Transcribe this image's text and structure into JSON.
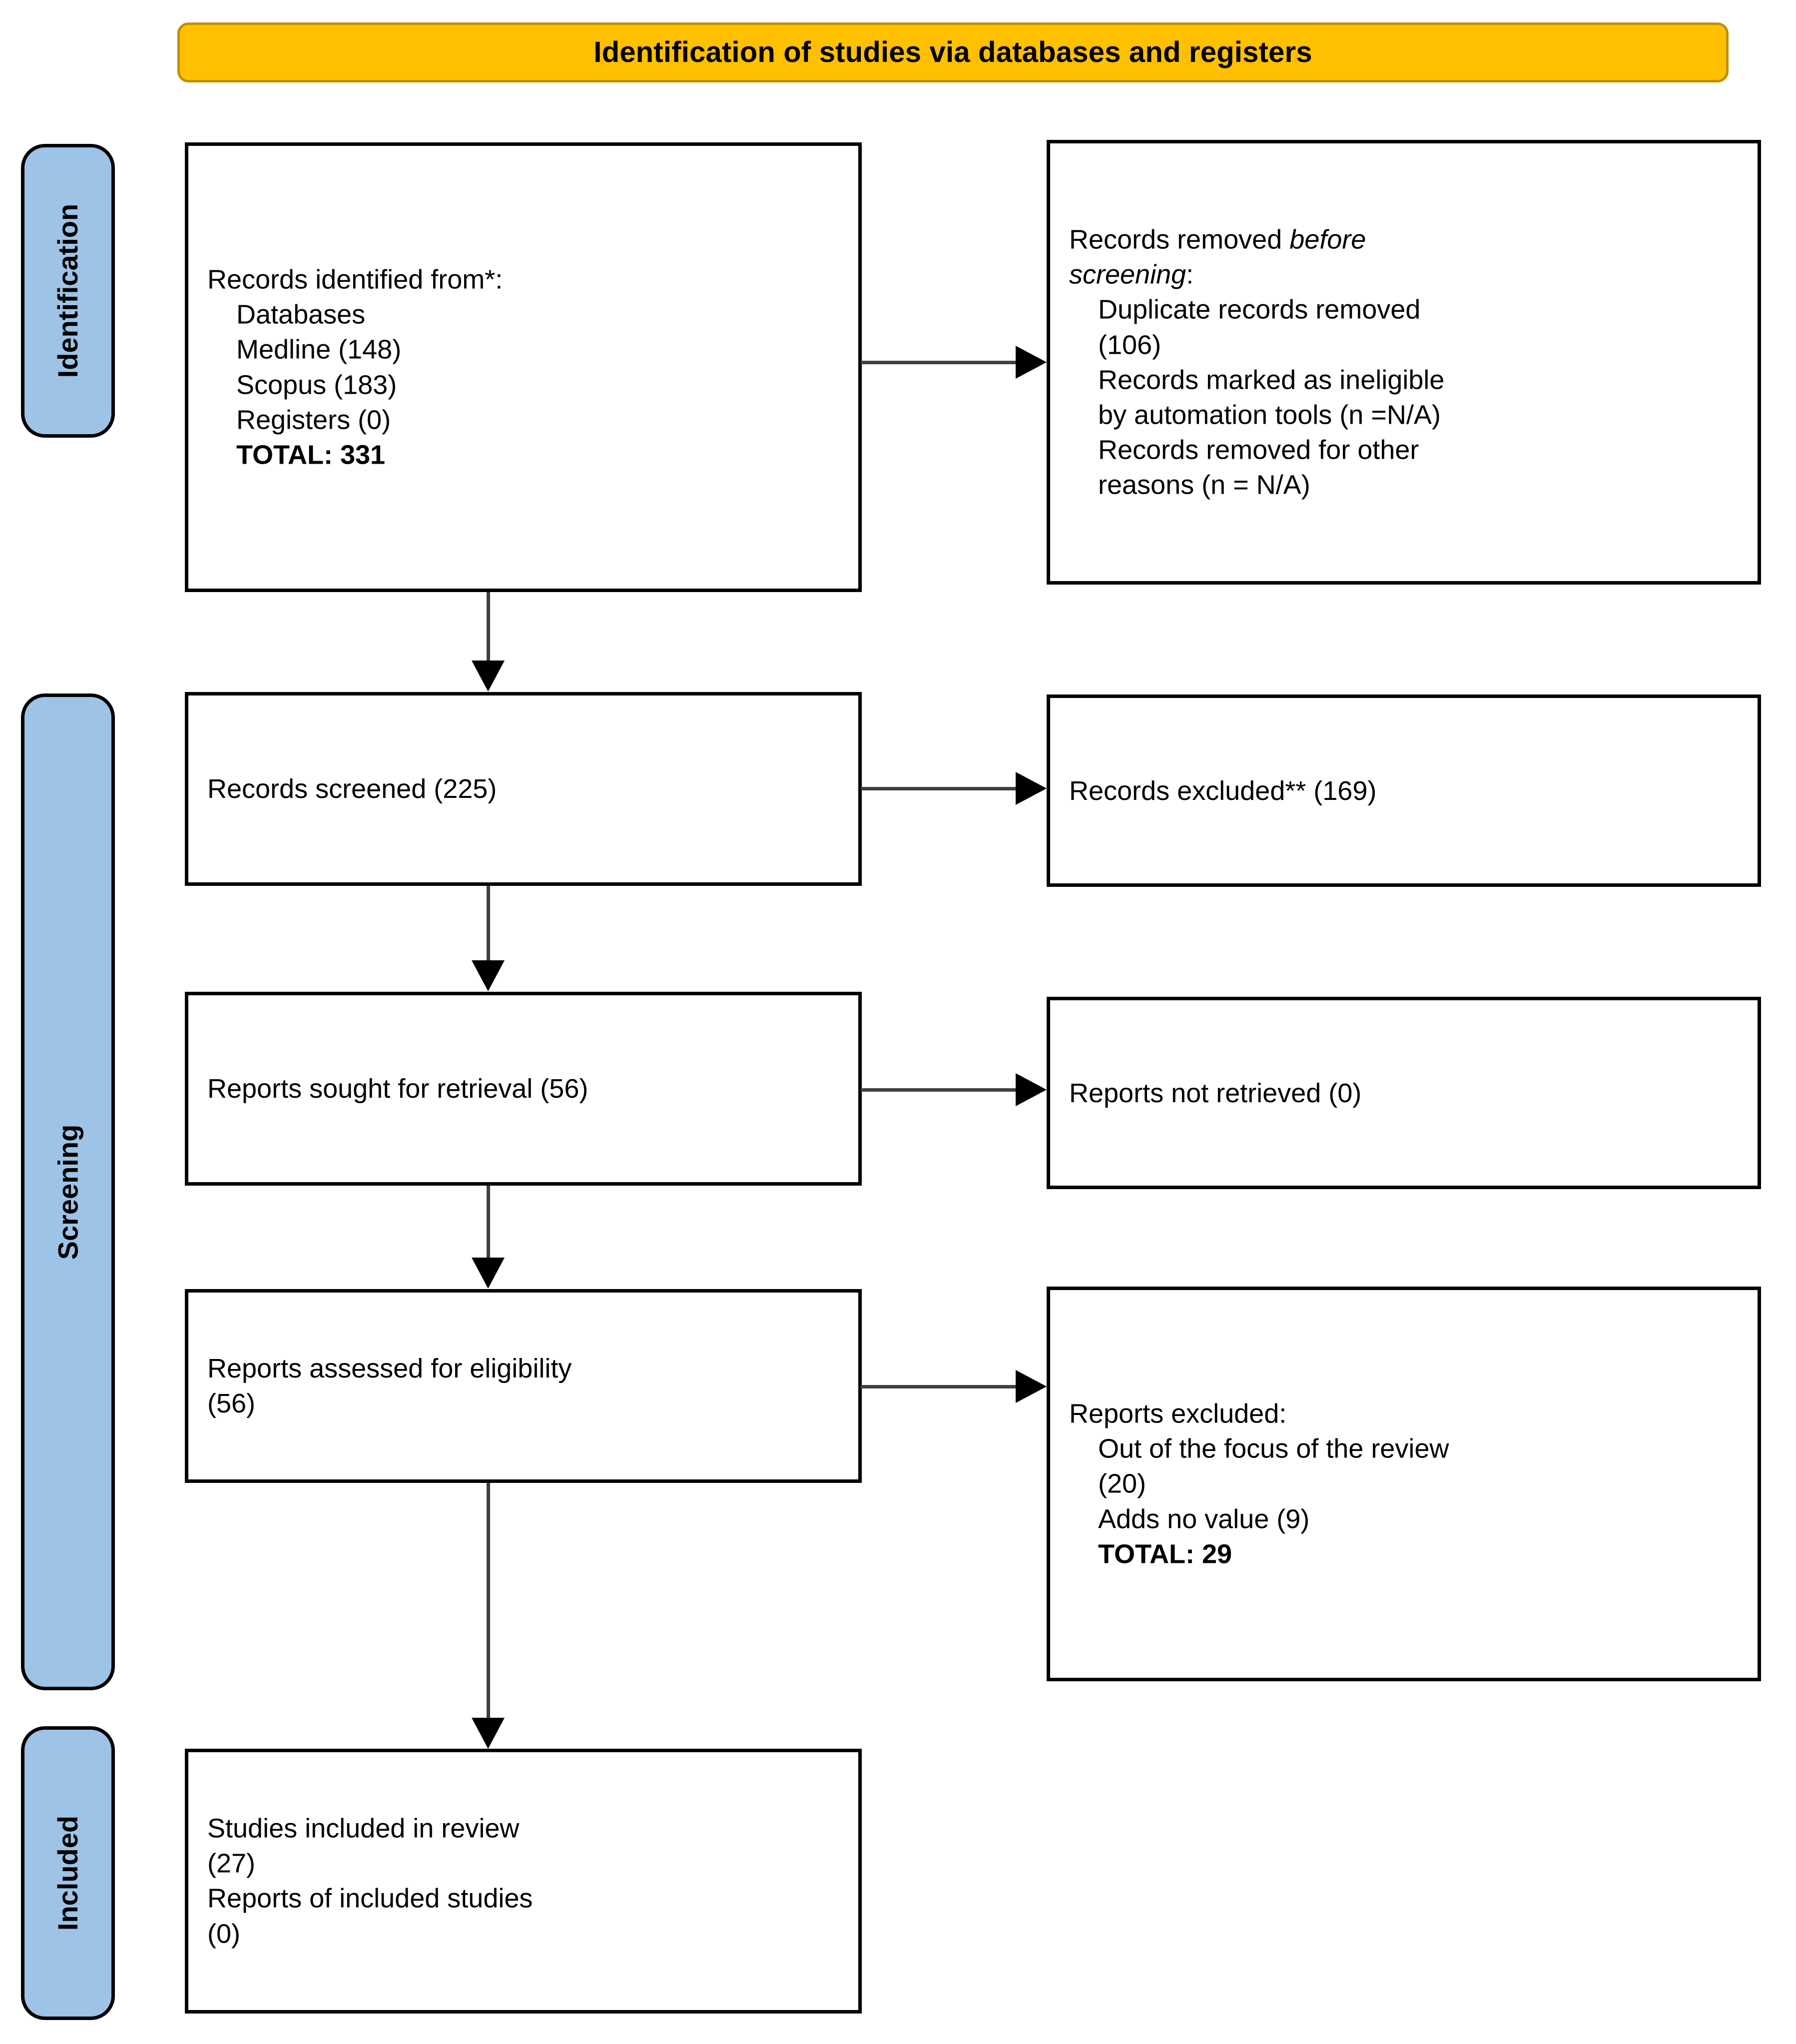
{
  "diagram": {
    "title": "Identification of studies via databases and registers",
    "colors": {
      "banner_fill": "#FFC000",
      "banner_border": "#BF8F00",
      "stage_fill": "#9DC3E6",
      "stage_border": "#000000",
      "box_border": "#000000",
      "connector": "#404040"
    }
  },
  "stages": {
    "identification": "Identification",
    "screening": "Screening",
    "included": "Included"
  },
  "boxes": {
    "identified": {
      "lines": [
        "Records identified from*:",
        "Databases",
        "Medline (148)",
        "Scopus (183)",
        "Registers (0)",
        "TOTAL: 331"
      ]
    },
    "removed_before_screening": {
      "line1a": "Records removed ",
      "line1b": "before",
      "line2a": "screening",
      "line2b": ":",
      "lines": [
        "Duplicate records removed",
        "(106)",
        "Records marked as ineligible",
        "by automation tools (n =N/A)",
        "Records removed for other",
        "reasons (n = N/A)"
      ]
    },
    "records_screened": {
      "line": "Records screened (225)"
    },
    "records_excluded": {
      "line": "Records excluded** (169)"
    },
    "reports_sought": {
      "line": "Reports sought for retrieval (56)"
    },
    "reports_not_retrieved": {
      "line": "Reports not retrieved (0)"
    },
    "reports_assessed": {
      "lines": [
        "Reports assessed for eligibility",
        "(56)"
      ]
    },
    "reports_excluded": {
      "header": "Reports excluded:",
      "lines": [
        "Out of the focus of the review",
        "(20)",
        "Adds no value (9)",
        "TOTAL: 29"
      ]
    },
    "studies_included": {
      "lines": [
        "Studies included in review",
        "(27)",
        "Reports of included studies",
        "(0)"
      ]
    }
  },
  "chart_data": {
    "type": "diagram",
    "flow": "PRISMA 2020 flow diagram",
    "counts": {
      "medline": 148,
      "scopus": 183,
      "registers": 0,
      "identified_total": 331,
      "duplicates_removed": 106,
      "marked_ineligible_by_automation": "N/A",
      "removed_other_reasons": "N/A",
      "records_screened": 225,
      "records_excluded": 169,
      "reports_sought_for_retrieval": 56,
      "reports_not_retrieved": 0,
      "reports_assessed_for_eligibility": 56,
      "excluded_out_of_focus": 20,
      "excluded_adds_no_value": 9,
      "excluded_total": 29,
      "studies_included_in_review": 27,
      "reports_of_included_studies": 0
    }
  }
}
